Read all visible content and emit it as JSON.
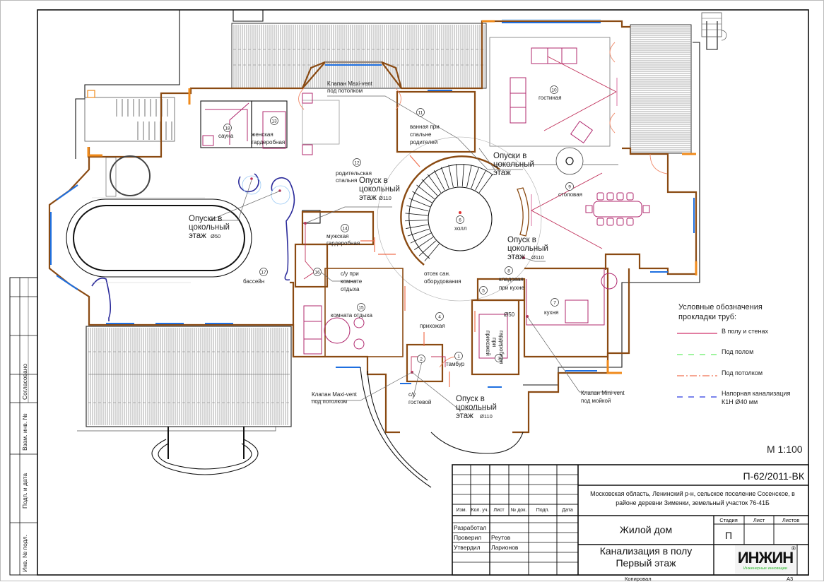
{
  "drawing": {
    "scale": "М 1:100",
    "sheet_format": "А3"
  },
  "rooms": [
    {
      "num": "1",
      "name": "тамбур"
    },
    {
      "num": "2",
      "name": "с/у гостевой"
    },
    {
      "num": "3",
      "name": "гардеробная при прихожей"
    },
    {
      "num": "4",
      "name": "прихожая"
    },
    {
      "num": "5",
      "name": ""
    },
    {
      "num": "6",
      "name": "холл"
    },
    {
      "num": "7",
      "name": "кухня"
    },
    {
      "num": "8",
      "name": "кладовая при кухне"
    },
    {
      "num": "9",
      "name": "столовая"
    },
    {
      "num": "10",
      "name": "гостиная"
    },
    {
      "num": "11",
      "name": "ванная при спальне родителей"
    },
    {
      "num": "12",
      "name": "родительская спальня"
    },
    {
      "num": "13",
      "name": "женская гардеробная"
    },
    {
      "num": "14",
      "name": "мужская гардеробная"
    },
    {
      "num": "15",
      "name": "комната отдыха"
    },
    {
      "num": "16",
      "name": "с/у при комнате отдыха"
    },
    {
      "num": "17",
      "name": "бассейн"
    },
    {
      "num": "18",
      "name": "сауна"
    }
  ],
  "room_labels": {
    "r1": "тамбур",
    "r2a": "с/у",
    "r2b": "гостевой",
    "r3a": "гардеробная",
    "r3b": "при",
    "r3c": "прихожей",
    "r4": "прихожая",
    "r6": "холл",
    "r7": "кухня",
    "r8a": "кладовая",
    "r8b": "при кухне",
    "r9": "столовая",
    "r10": "гостиная",
    "r11a": "ванная при",
    "r11b": "спальне",
    "r11c": "родителей",
    "r12a": "родительская",
    "r12b": "спальня",
    "r13a": "женская",
    "r13b": "гардеробная",
    "r14a": "мужская",
    "r14b": "гардеробная",
    "r15": "комната отдыха",
    "r16a": "с/у при",
    "r16b": "комнате",
    "r16c": "отдыха",
    "r17": "бассейн",
    "r18": "сауна",
    "sanotsek_a": "отсек сан.",
    "sanotsek_b": "оборудования"
  },
  "annotations": {
    "maxi_vent_top_a": "Клапан Maxi-vent",
    "maxi_vent_top_b": "под потолком",
    "maxi_vent_bot_a": "Клапан Maxi-vent",
    "maxi_vent_bot_b": "под потолком",
    "mini_vent_a": "Клапан Mini-vent",
    "mini_vent_b": "под мойкой",
    "opusk110_1a": "Опуск в",
    "opusk110_1b": "цокольный",
    "opusk110_1c": "этаж",
    "opusk110_1d": "Ø110",
    "opusk110_2a": "Опуск в",
    "opusk110_2b": "цокольный",
    "opusk110_2c": "этаж",
    "opusk110_2d": "Ø110",
    "opusk110_3a": "Опуск в",
    "opusk110_3b": "цокольный",
    "opusk110_3c": "этаж",
    "opusk110_3d": "Ø110",
    "opuski50_a": "Опуски в",
    "opuski50_b": "цокольный",
    "opuski50_c": "этаж",
    "opuski50_d": "Ø50",
    "opuski_a": "Опуски в",
    "opuski_b": "цокольный",
    "opuski_c": "этаж",
    "d50_kladovaya": "Ø50"
  },
  "legend": {
    "title_a": "Условные обозначения",
    "title_b": "прокладки труб:",
    "items": [
      {
        "label": "В полу и стенах",
        "color": "#d0306a",
        "style": "solid"
      },
      {
        "label": "Под полом",
        "color": "#66ee66",
        "style": "dashed"
      },
      {
        "label": "Под потолком",
        "color": "#f07050",
        "style": "dash-dot"
      },
      {
        "label": "Напорная канализация",
        "label2": "К1Н Ø40 мм",
        "color": "#2a3ae0",
        "style": "dashed"
      }
    ]
  },
  "title_block": {
    "doc_code": "П-62/2011-ВК",
    "address_a": "Московская область, Ленинский р-н, сельское поселение Сосенское, в",
    "address_b": "районе деревни Зименки, земельный участок 76-41Б",
    "object": "Жилой дом",
    "sheet_title_a": "Канализация в полу",
    "sheet_title_b": "Первый этаж",
    "stage_header": "Стадия",
    "sheet_header": "Лист",
    "sheets_header": "Листов",
    "stage": "П",
    "sheet": "",
    "sheets": "",
    "col_headers": [
      "Изм.",
      "Кол. уч.",
      "Лист",
      "№ док.",
      "Подп.",
      "Дата"
    ],
    "roles": [
      {
        "role": "Разработал",
        "name": ""
      },
      {
        "role": "Проверил",
        "name": "Реутов"
      },
      {
        "role": "Утвердил",
        "name": "Ларионов"
      }
    ],
    "copied": "Копировал",
    "format": "А3",
    "logo_text": "ИНЖИН",
    "logo_sub": "Инженерные инновации",
    "logo_reg": "®",
    "logo_color": "#2ab82a"
  },
  "side_stamp": {
    "agreed": "Согласовано",
    "vzam": "Взам. инв. №",
    "podp": "Подп. и дата",
    "inv": "Инв. № подл."
  }
}
